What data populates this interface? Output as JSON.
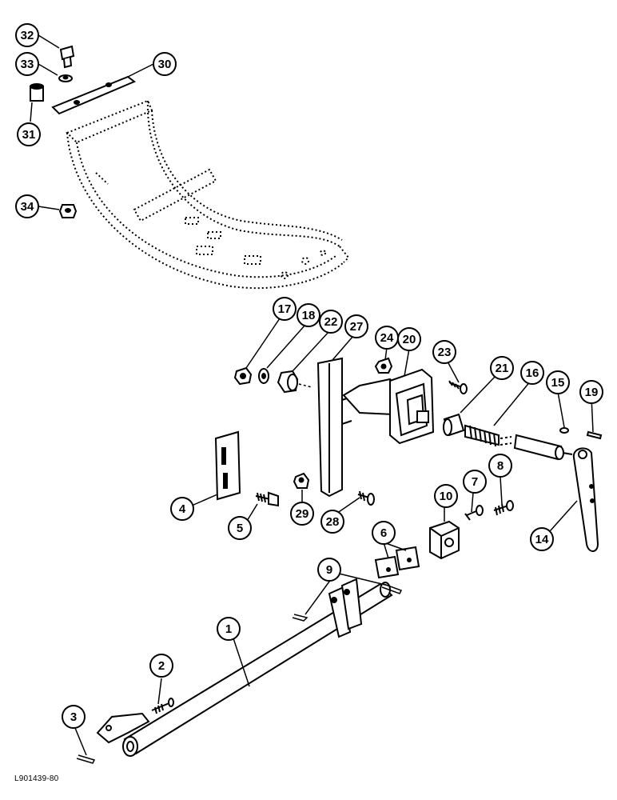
{
  "diagram": {
    "reference_code": "L901439-80",
    "callouts": [
      "32",
      "33",
      "30",
      "31",
      "34",
      "17",
      "18",
      "22",
      "27",
      "24",
      "20",
      "23",
      "21",
      "16",
      "15",
      "19",
      "4",
      "5",
      "29",
      "28",
      "6",
      "10",
      "7",
      "8",
      "14",
      "9",
      "1",
      "2",
      "3"
    ]
  }
}
